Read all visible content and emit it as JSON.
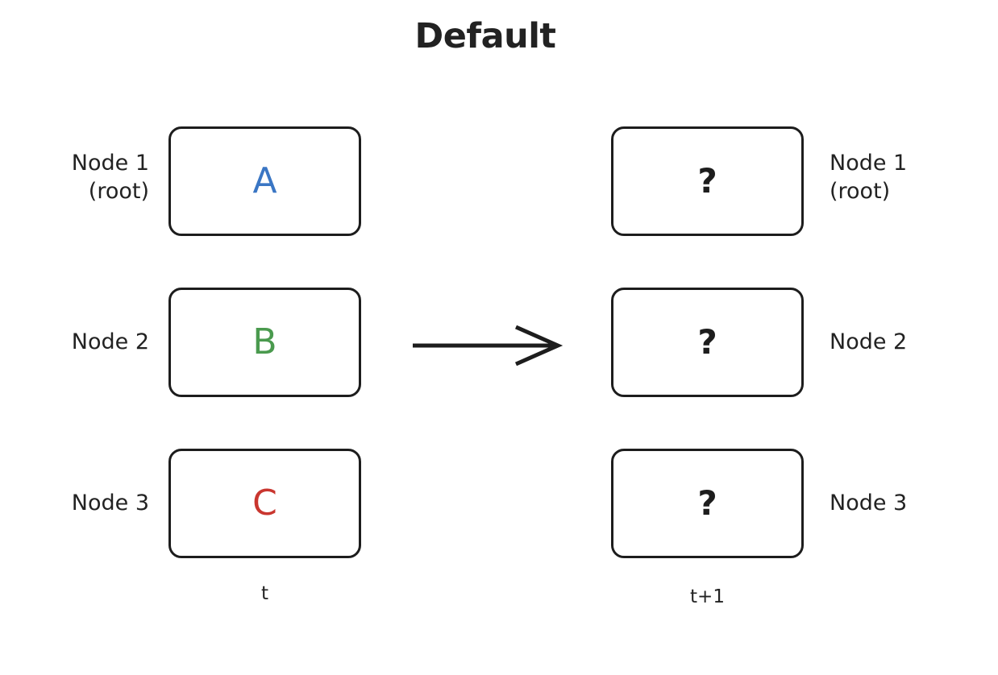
{
  "title": "Default",
  "background_color": "#ffffff",
  "stroke_color": "#1d1d1d",
  "text_color": "#222222",
  "colors": {
    "node_a": "#3a76c4",
    "node_b": "#4a9a4e",
    "node_c": "#c9362f",
    "unknown": "#1d1d1d",
    "border": "#1d1d1d"
  },
  "left_column": {
    "caption": "t",
    "labels": [
      "Node 1\n(root)",
      "Node 2",
      "Node 3"
    ],
    "nodes": [
      {
        "value": "A",
        "color": "#3a76c4"
      },
      {
        "value": "B",
        "color": "#4a9a4e"
      },
      {
        "value": "C",
        "color": "#c9362f"
      }
    ]
  },
  "right_column": {
    "caption": "t+1",
    "labels": [
      "Node 1\n(root)",
      "Node 2",
      "Node 3"
    ],
    "nodes": [
      {
        "value": "?",
        "color": "#1d1d1d"
      },
      {
        "value": "?",
        "color": "#1d1d1d"
      },
      {
        "value": "?",
        "color": "#1d1d1d"
      }
    ]
  },
  "arrow": {
    "direction": "right",
    "style": "open-head"
  }
}
